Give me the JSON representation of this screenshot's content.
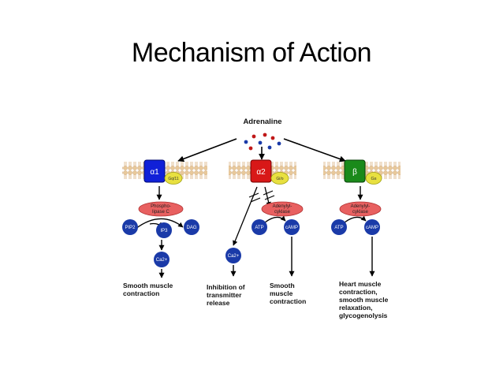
{
  "slide": {
    "title": "Mechanism of Action"
  },
  "diagram": {
    "ligand": "Adrenaline",
    "colors": {
      "alpha1": "#1020d8",
      "alpha2": "#d81818",
      "beta": "#1a8a1a",
      "g_protein": "#e8e040",
      "enzyme": "#e86060",
      "molecule": "#1a3aa8"
    },
    "pathways": [
      {
        "receptor": "α1",
        "g_protein": "Gq/11",
        "enzyme": [
          "Phospho-",
          "lipase C"
        ],
        "molecules": [
          "PIP2",
          "IP3",
          "DAG",
          "Ca2+"
        ],
        "outcome": [
          "Smooth muscle",
          "contraction"
        ]
      },
      {
        "receptor": "α2",
        "g_protein": "Gi/o",
        "enzyme": [
          "Adenylyl-",
          "cyklase"
        ],
        "molecules": [
          "Ca2+",
          "ATP",
          "cAMP"
        ],
        "outcome_left": [
          "Inhibition of",
          "transmitter",
          "release"
        ],
        "outcome_right": [
          "Smooth",
          "muscle",
          "contraction"
        ]
      },
      {
        "receptor": "β",
        "g_protein": "Gs",
        "enzyme": [
          "Adenylyl-",
          "cyklase"
        ],
        "molecules": [
          "ATP",
          "cAMP"
        ],
        "outcome": [
          "Heart muscle",
          "contraction,",
          "smooth muscle",
          "relaxation,",
          "glycogenolysis"
        ]
      }
    ]
  }
}
